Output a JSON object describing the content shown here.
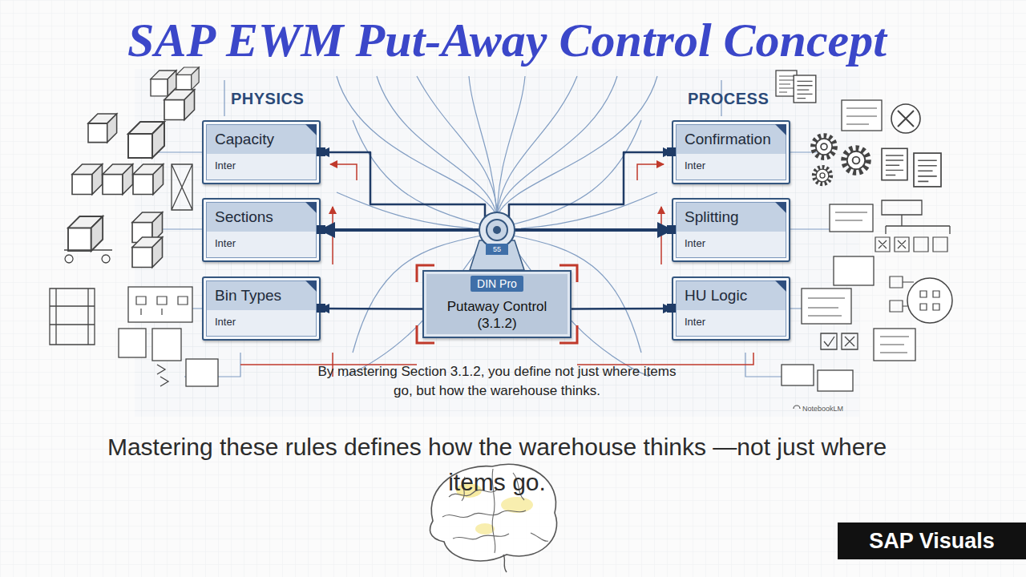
{
  "diagram": {
    "title": "SAP EWM Put-Away Control Concept",
    "caption": "Mastering these rules defines how the warehouse thinks —not just where items go.",
    "nodes": [
      {
        "text": [
          "Capacity",
          "Inter"
        ]
      },
      {
        "text": [
          "Sections",
          "Inter"
        ]
      },
      {
        "text": [
          "Bin Types",
          "Inter"
        ]
      },
      {
        "text": [
          "DIN Pro",
          "Putaway Control (3.1.2)"
        ]
      },
      {
        "text": [
          "Confirmation",
          "Inter"
        ]
      },
      {
        "text": [
          "Splitting",
          "Inter"
        ]
      },
      {
        "text": [
          "HU Logic",
          "Inter"
        ]
      },
      {
        "text": [
          "SAP Visuals"
        ]
      }
    ],
    "edges": [
      {
        "from": 3,
        "to": 0,
        "arrow": "to"
      },
      {
        "from": 3,
        "to": 1,
        "arrow": "to"
      },
      {
        "from": 3,
        "to": 2,
        "arrow": "to"
      },
      {
        "from": 3,
        "to": 4,
        "arrow": "to"
      },
      {
        "from": 3,
        "to": 5,
        "arrow": "to"
      },
      {
        "from": 3,
        "to": 6,
        "arrow": "to"
      }
    ],
    "labels": [
      "PHYSICS",
      "PROCESS",
      "55",
      "By mastering Section 3.1.2, you define not just where items go, but how the warehouse thinks.",
      "NotebookLM"
    ]
  }
}
